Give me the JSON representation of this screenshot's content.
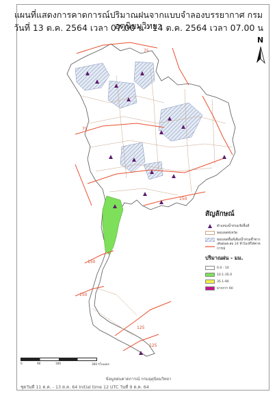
{
  "title": {
    "line1": "แผนที่แสดงการคาดการณ์ปริมาณฝนจากแบบจำลองบรรยากาศ กรมอุตุนิยมวิทยา",
    "line2": "วันที่ 13 ต.ค. 2564 เวลา 07.00 น - 14 ต.ค. 2564 เวลา 07.00 น"
  },
  "north_arrow": {
    "label": "N"
  },
  "legend": {
    "title": "สัญลักษณ์",
    "items": [
      {
        "label": "ตำแหน่งน้ำท่วมเชิงพื้นที่",
        "symbol": "triangle",
        "color": "#5b1a6e"
      },
      {
        "label": "ขอบเขตจังหวัด",
        "symbol": "box",
        "color": "#c8a48a"
      },
      {
        "label": "ขอบเขตพื้นที่เสี่ยงน้ำท่วมซ้ำซาก",
        "symbol": "hatch",
        "color": "#8fa4c8"
      },
      {
        "label": "เส้นฝนสะสม 24 ชั่วโมงที่ได้คาดการณ์",
        "symbol": "line",
        "color": "#e8502e"
      }
    ],
    "rain_title": "ปริมาณฝน - มม.",
    "rain_classes": [
      {
        "label": "0.0 - 10",
        "color": "#ffffff"
      },
      {
        "label": "10.1-35.0",
        "color": "#7ee05a"
      },
      {
        "label": "35.1-90",
        "color": "#f2f04a"
      },
      {
        "label": "มากกว่า 90",
        "color": "#c4128a"
      }
    ]
  },
  "scale": {
    "ticks": [
      "0",
      "90",
      "180",
      "360 กิโลเมตร"
    ]
  },
  "footer": {
    "line1": "ข้อมูลฝนคาดการณ์ กรมอุตุนิยมวิทยา",
    "line2": "ชุดวันที่ 11 ต.ค. - 13 ต.ค. 64 Initial time 12 UTC วันที่ 9 ต.ค. 64"
  },
  "isolines": [
    "75",
    "75",
    "150",
    "150",
    "125",
    "125",
    "150"
  ],
  "colors": {
    "land": "#ffffff",
    "rain_green": "#7ee05a",
    "isohyet": "#e8502e",
    "province_border": "#c8a48a",
    "hatch": "#8fa4c8",
    "marker": "#5b1a6e"
  }
}
